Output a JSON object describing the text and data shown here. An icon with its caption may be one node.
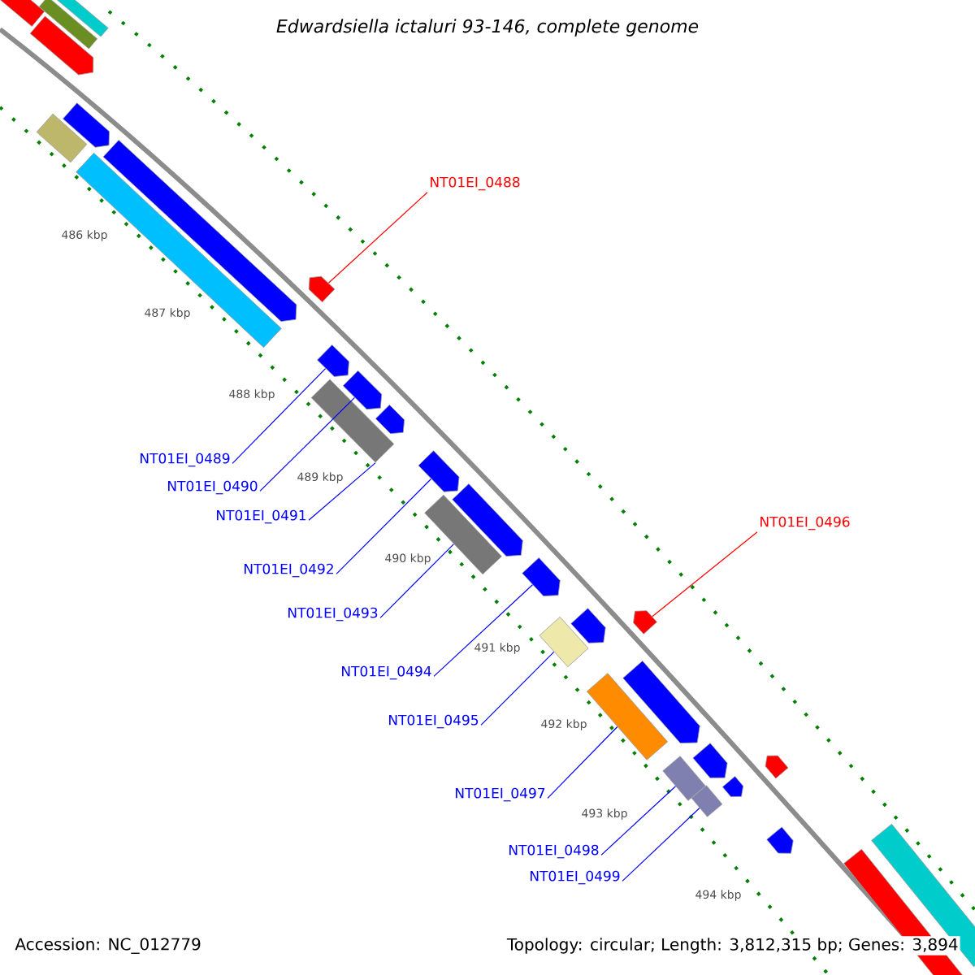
{
  "diagram": {
    "title": "Edwardsiella ictaluri 93-146, complete genome",
    "nodes": [
      {
        "text": [
          "NT01EI_0488"
        ]
      },
      {
        "text": [
          "NT01EI_0489"
        ]
      },
      {
        "text": [
          "NT01EI_0490"
        ]
      },
      {
        "text": [
          "NT01EI_0491"
        ]
      },
      {
        "text": [
          "NT01EI_0492"
        ]
      },
      {
        "text": [
          "NT01EI_0493"
        ]
      },
      {
        "text": [
          "NT01EI_0494"
        ]
      },
      {
        "text": [
          "NT01EI_0495"
        ]
      },
      {
        "text": [
          "NT01EI_0496"
        ]
      },
      {
        "text": [
          "NT01EI_0497"
        ]
      },
      {
        "text": [
          "NT01EI_0498"
        ]
      },
      {
        "text": [
          "NT01EI_0499"
        ]
      },
      {
        "text": [],
        "shape": "bar"
      },
      {
        "text": [],
        "shape": "bar"
      },
      {
        "text": [],
        "shape": "bar"
      },
      {
        "text": [],
        "shape": "bar"
      },
      {
        "text": [],
        "shape": "bar"
      },
      {
        "text": [],
        "shape": "bar"
      },
      {
        "text": [],
        "shape": "bar"
      },
      {
        "text": [],
        "shape": "bar"
      },
      {
        "text": [],
        "shape": "bar"
      },
      {
        "text": [],
        "shape": "bar"
      },
      {
        "text": [],
        "shape": "bar"
      },
      {
        "text": [],
        "shape": "bar"
      },
      {
        "text": [],
        "shape": "bar"
      },
      {
        "text": [],
        "shape": "bar"
      },
      {
        "text": [],
        "shape": "bar"
      },
      {
        "text": [],
        "shape": "bar"
      },
      {
        "text": [],
        "shape": "bar"
      },
      {
        "text": [],
        "shape": "bar"
      },
      {
        "text": [],
        "shape": "bar"
      },
      {
        "text": [],
        "shape": "bar"
      },
      {
        "text": [],
        "shape": "bar"
      },
      {
        "text": [],
        "shape": "bar"
      },
      {
        "text": [],
        "shape": "bar"
      },
      {
        "text": [],
        "shape": "bar"
      },
      {
        "text": [],
        "shape": "bar"
      },
      {
        "text": [],
        "shape": "bar"
      },
      {
        "text": [],
        "shape": "bar"
      },
      {
        "text": [],
        "shape": "bar"
      },
      {
        "text": [],
        "shape": "bar"
      },
      {
        "text": [],
        "shape": "bar"
      }
    ],
    "edges": [
      {
        "from": 0,
        "to": 20,
        "arrow": "none",
        "color": "#ff0000"
      },
      {
        "from": 1,
        "to": 21,
        "arrow": "none"
      },
      {
        "from": 2,
        "to": 22,
        "arrow": "none"
      },
      {
        "from": 3,
        "to": 24,
        "arrow": "none"
      },
      {
        "from": 4,
        "to": 25,
        "arrow": "none"
      },
      {
        "from": 5,
        "to": 27,
        "arrow": "none"
      },
      {
        "from": 6,
        "to": 28,
        "arrow": "none"
      },
      {
        "from": 7,
        "to": 31,
        "arrow": "none"
      },
      {
        "from": 8,
        "to": 29,
        "arrow": "none",
        "color": "#ff0000"
      },
      {
        "from": 9,
        "to": 33,
        "arrow": "none"
      },
      {
        "from": 10,
        "to": 36,
        "arrow": "none"
      },
      {
        "from": 11,
        "to": 38,
        "arrow": "none"
      }
    ],
    "labels": [
      "486 kbp",
      "487 kbp",
      "488 kbp",
      "489 kbp",
      "490 kbp",
      "491 kbp",
      "492 kbp",
      "493 kbp",
      "494 kbp",
      "Accession: NC_012779",
      "Topology: circular; Length: 3,812,315 bp; Genes: 3,894"
    ]
  }
}
